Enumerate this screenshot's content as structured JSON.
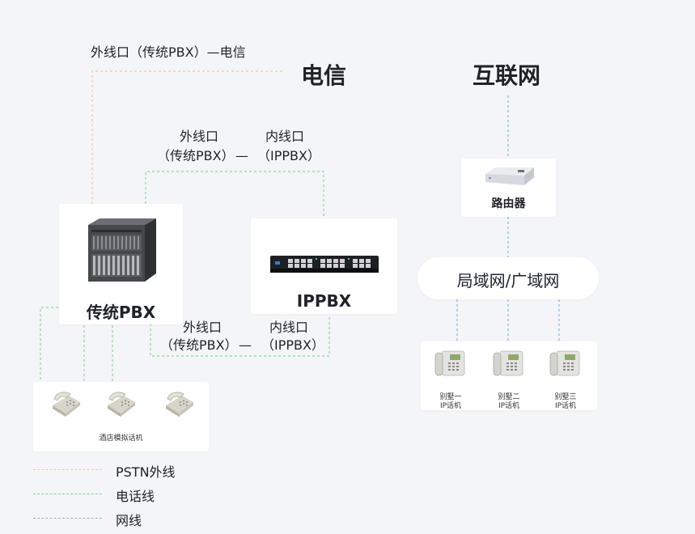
{
  "labels": {
    "pstn_trunk": "外线口（传统PBX）—电信",
    "link_upper_l1": "外线口",
    "link_upper_r1": "内线口",
    "link_upper_l2": "（传统PBX）",
    "link_upper_dash": "—",
    "link_upper_r2": "（IPPBX）",
    "link_lower_l1": "外线口",
    "link_lower_r1": "内线口",
    "link_lower_l2": "（传统PBX）",
    "link_lower_dash": "—",
    "link_lower_r2": "（IPPBX）"
  },
  "clouds": {
    "telecom": "电信",
    "internet": "互联网"
  },
  "nodes": {
    "trad_pbx": "传统PBX",
    "ippbx": "IPPBX",
    "router": "路由器",
    "lan": "局域网/广域网",
    "analog_phones": "酒店模拟话机",
    "ip_phones": [
      {
        "line1": "别墅一",
        "line2": "IP话机"
      },
      {
        "line1": "别墅二",
        "line2": "IP话机"
      },
      {
        "line1": "别墅三",
        "line2": "IP话机"
      }
    ]
  },
  "legend": [
    {
      "label": "PSTN外线",
      "color": "#f5c89a"
    },
    {
      "label": "电话线",
      "color": "#8fd68f"
    },
    {
      "label": "网线",
      "color": "#8fb3d6"
    }
  ],
  "colors": {
    "pstn": "#f5c89a",
    "phone": "#8fd68f",
    "net": "#8fb3d6"
  }
}
